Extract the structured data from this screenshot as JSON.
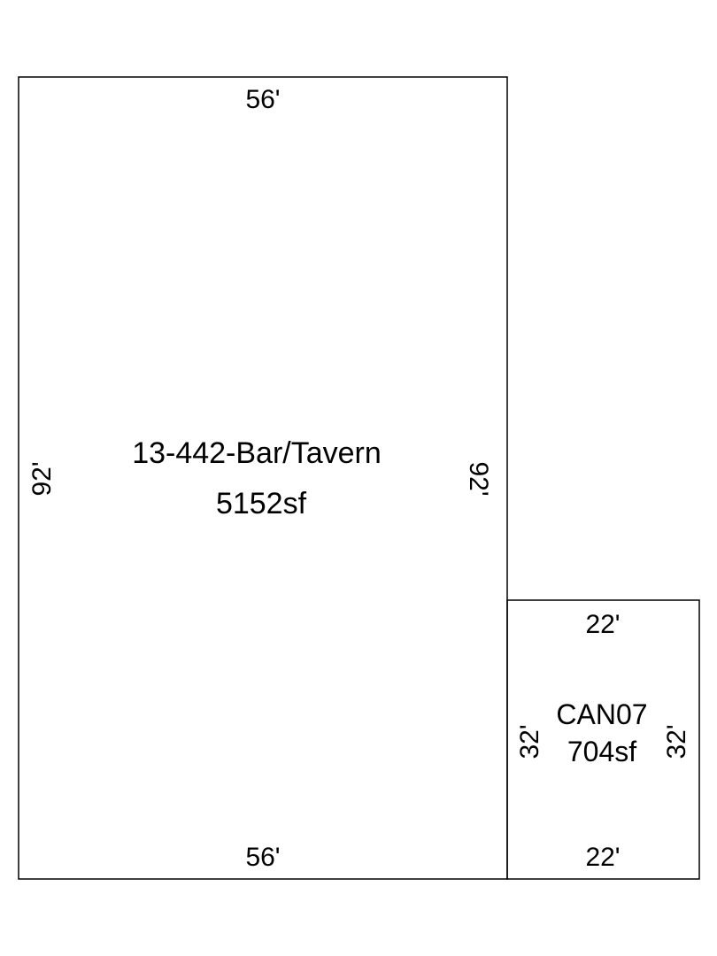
{
  "main_area": {
    "label": "13-442-Bar/Tavern",
    "area": "5152sf",
    "top_dim": "56'",
    "bottom_dim": "56'",
    "left_dim": "92'",
    "right_dim": "92'"
  },
  "canopy_area": {
    "label": "CAN07",
    "area": "704sf",
    "top_dim": "22'",
    "bottom_dim": "22'",
    "left_dim": "32'",
    "right_dim": "32'"
  },
  "colors": {
    "line": "#000000",
    "background": "#ffffff"
  }
}
